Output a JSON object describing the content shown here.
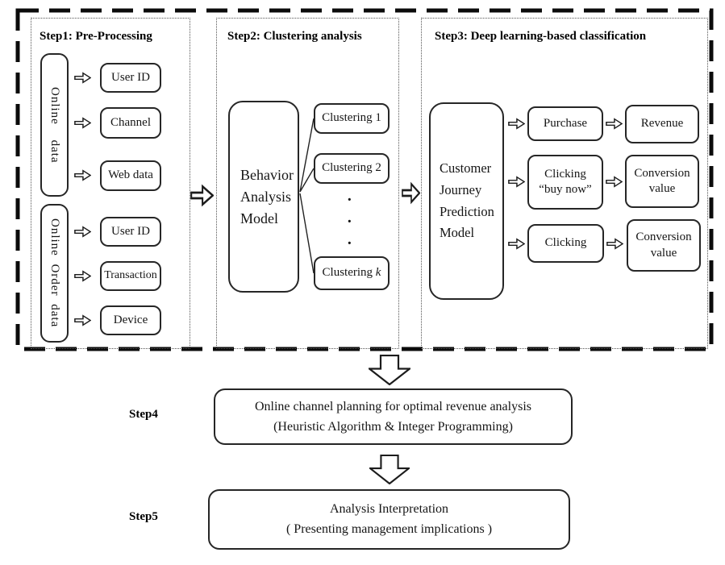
{
  "diagram": {
    "step1": {
      "title": "Step1: Pre-Processing",
      "source1": "Online data",
      "source2": "Online Order data",
      "boxes": [
        "User ID",
        "Channel",
        "Web data",
        "User ID",
        "Transaction",
        "Device"
      ]
    },
    "step2": {
      "title": "Step2: Clustering analysis",
      "model": "Behavior Analysis Model",
      "cluster1": "Clustering 1",
      "cluster2": "Clustering 2",
      "clusterk_prefix": "Clustering ",
      "clusterk_var": "k",
      "dot": "·"
    },
    "step3": {
      "title": "Step3: Deep learning-based classification",
      "model": "Customer Journey Prediction Model",
      "purchase": "Purchase",
      "revenue": "Revenue",
      "clicking_buynow_line1": "Clicking",
      "clicking_buynow_line2": "“buy now”",
      "conversion1_line1": "Conversion",
      "conversion1_line2": "value",
      "clicking": "Clicking",
      "conversion2_line1": "Conversion",
      "conversion2_line2": "value"
    },
    "step4": {
      "label": "Step4",
      "line1": "Online channel planning for optimal revenue analysis",
      "line2": "(Heuristic Algorithm & Integer Programming)"
    },
    "step5": {
      "label": "Step5",
      "line1": "Analysis Interpretation",
      "line2": "( Presenting management implications )"
    },
    "colors": {
      "ink": "#151515",
      "border": "#262626",
      "background": "#ffffff"
    }
  }
}
